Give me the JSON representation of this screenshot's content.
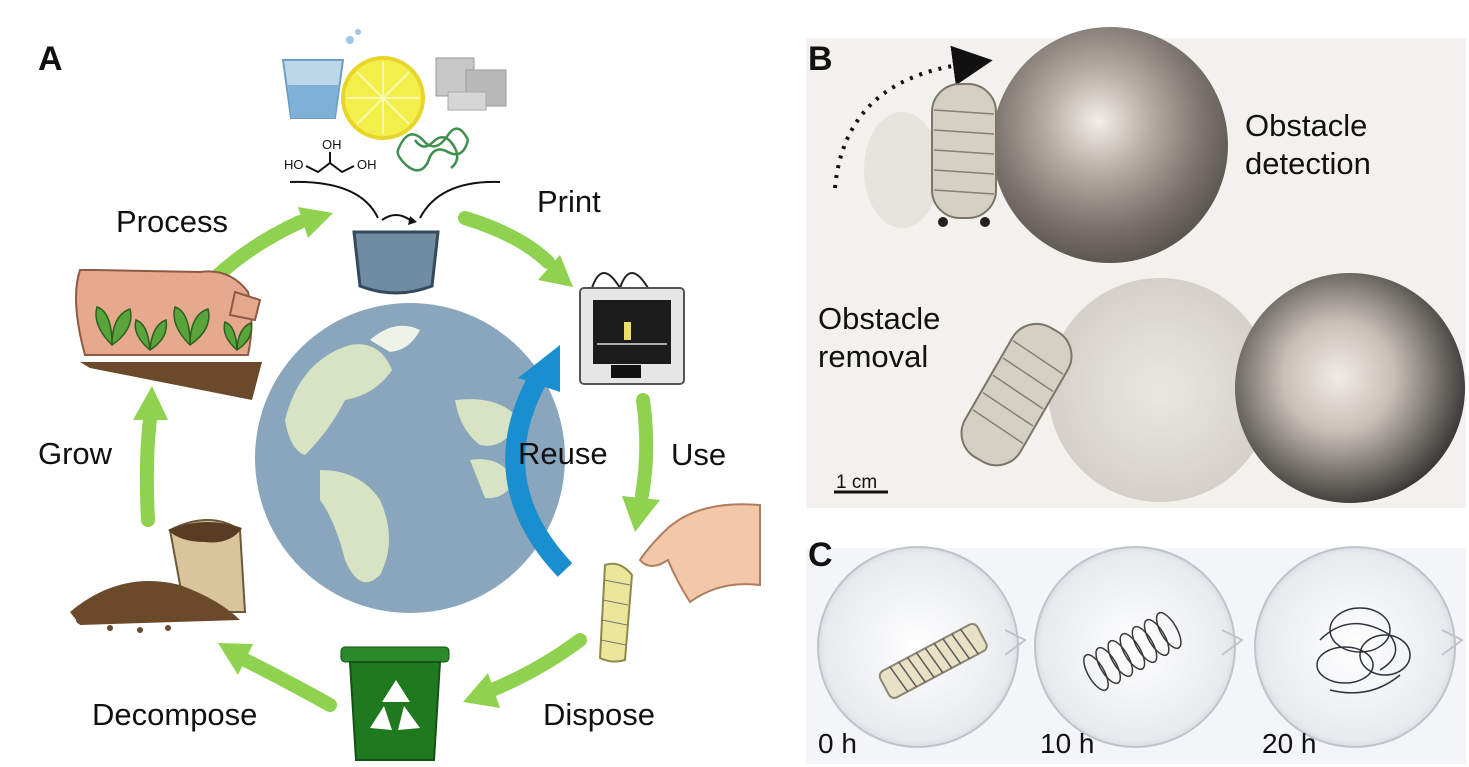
{
  "panels": {
    "a": {
      "letter": "A"
    },
    "b": {
      "letter": "B"
    },
    "c": {
      "letter": "C"
    }
  },
  "cycle": {
    "process": "Process",
    "print": "Print",
    "grow": "Grow",
    "use": "Use",
    "reuse": "Reuse",
    "decompose": "Decompose",
    "dispose": "Dispose",
    "chem_oh": "OH",
    "chem_ho_left": "HO",
    "chem_oh_right": "OH"
  },
  "panel_b": {
    "detection_line1": "Obstacle",
    "detection_line2": "detection",
    "removal_line1": "Obstacle",
    "removal_line2": "removal",
    "scale_bar": "1 cm"
  },
  "panel_c": {
    "time_labels": [
      "0 h",
      "10 h",
      "20 h"
    ]
  },
  "colors": {
    "cycle_arrow": "#8fd24f",
    "reuse_arrow": "#1a8fcf",
    "bin": "#1f7a1f",
    "globe_water": "#8aa6bd",
    "globe_land": "#d8e3c3"
  }
}
